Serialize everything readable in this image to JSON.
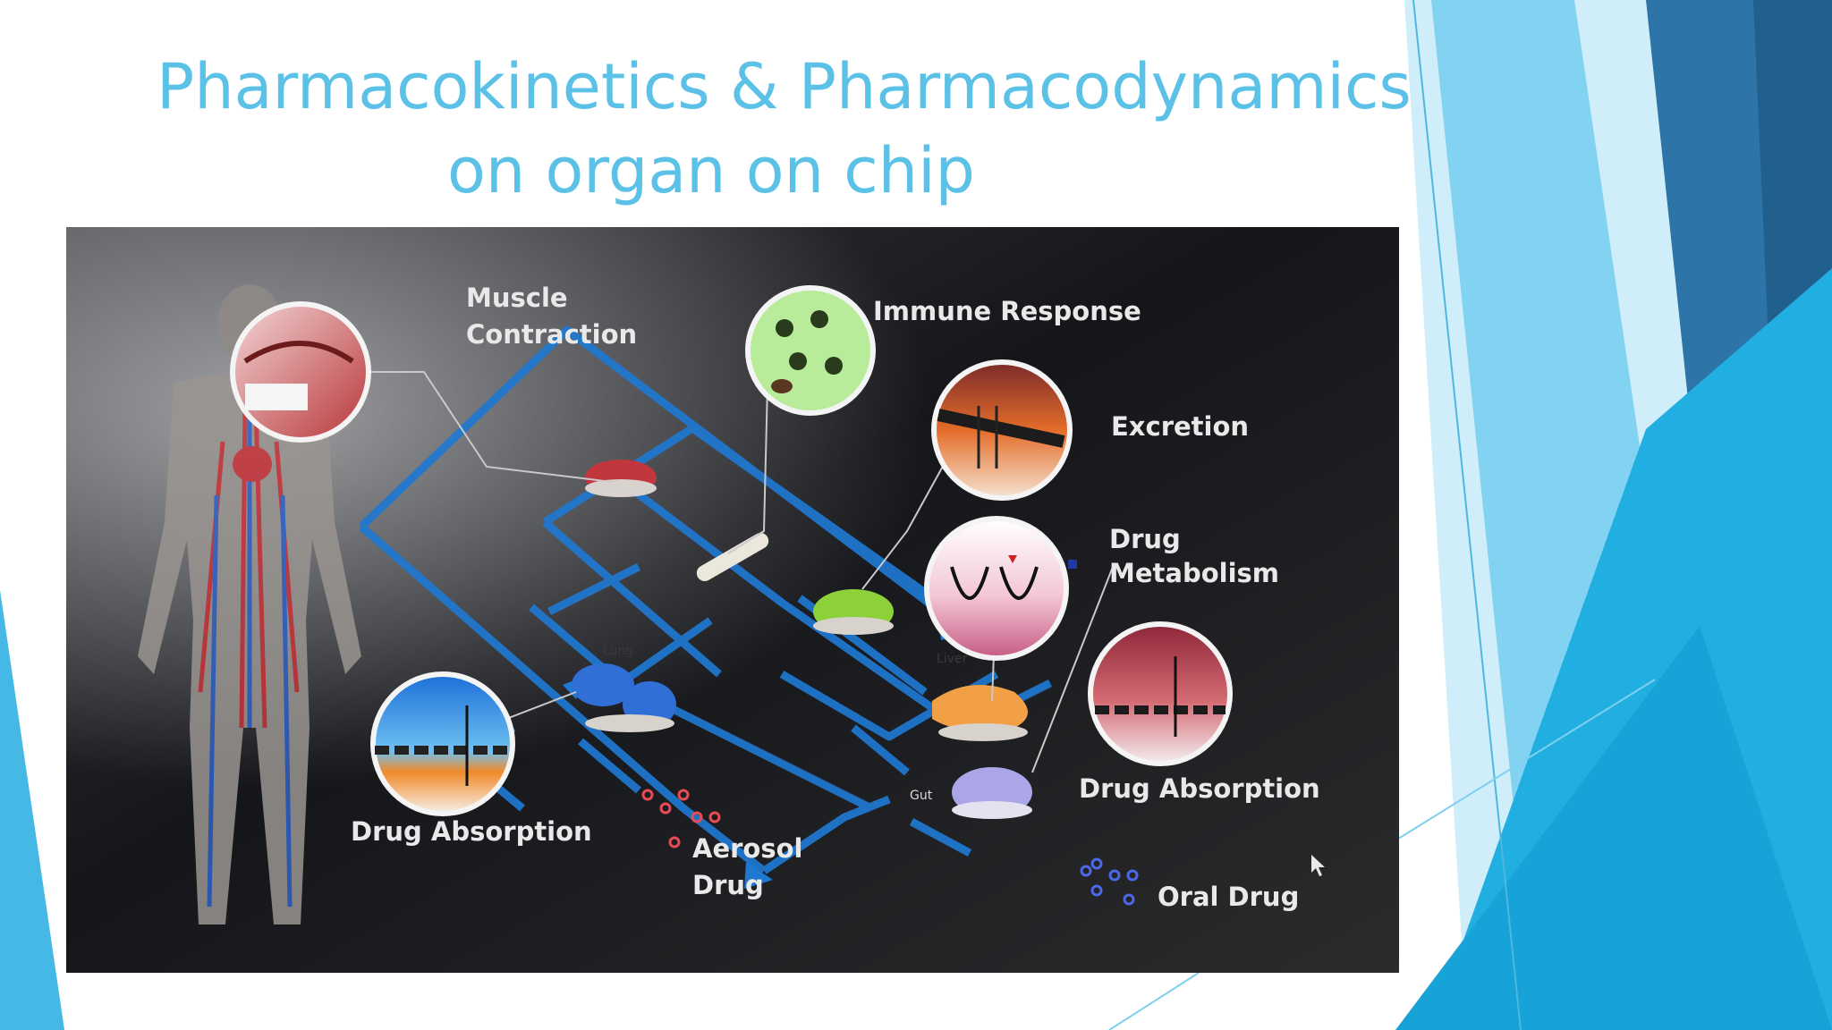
{
  "slide": {
    "title_line1": "Pharmacokinetics & Pharmacodynamics",
    "title_line2": "on organ on chip",
    "colors": {
      "title": "#5cc1e6",
      "channel": "#1f78d1",
      "figure_bg": "#1a1a1c",
      "accent_dark": "#2a6d9c",
      "accent_light": "#7fd0f0"
    }
  },
  "diagram": {
    "labels": {
      "muscle": "Muscle Contraction",
      "muscle_l1": "Muscle",
      "muscle_l2": "Contraction",
      "immune": "Immune Response",
      "excretion": "Excretion",
      "metabolism_l1": "Drug",
      "metabolism_l2": "Metabolism",
      "absorption_left": "Drug Absorption",
      "absorption_right": "Drug Absorption",
      "aerosol_l1": "Aerosol",
      "aerosol_l2": "Drug",
      "oral": "Oral Drug",
      "lung": "Lung",
      "liver": "Liver",
      "gut": "Gut"
    }
  }
}
